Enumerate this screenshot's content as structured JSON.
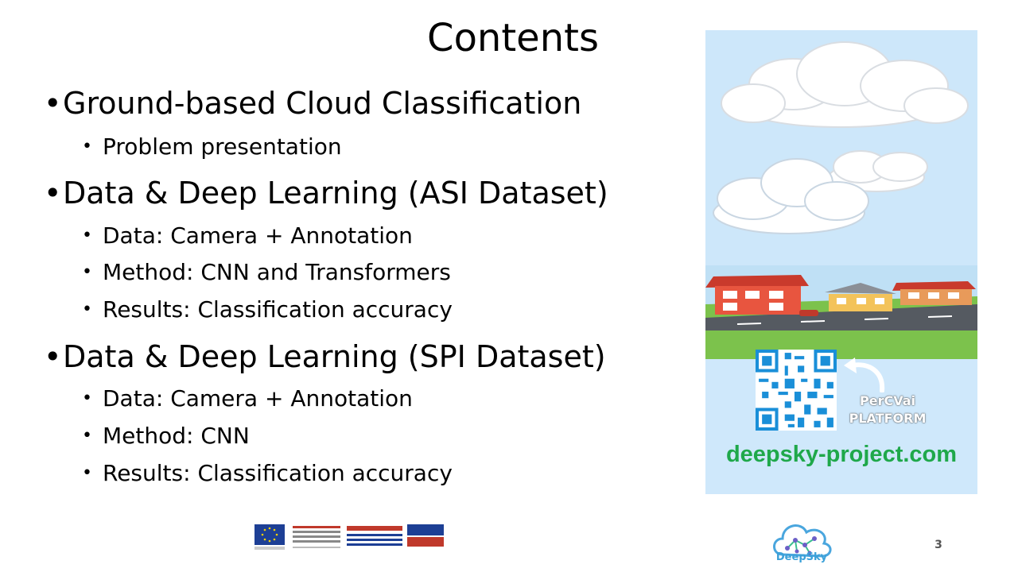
{
  "title": "Contents",
  "sections": [
    {
      "label": "Ground-based Cloud Classification",
      "items": [
        "Problem presentation"
      ]
    },
    {
      "label": "Data & Deep Learning (ASI Dataset)",
      "items": [
        "Data: Camera + Annotation",
        "Method: CNN and Transformers",
        "Results: Classification accuracy"
      ]
    },
    {
      "label": "Data & Deep Learning (SPI Dataset)",
      "items": [
        "Data: Camera + Annotation",
        "Method: CNN",
        "Results: Classification accuracy"
      ]
    }
  ],
  "side_panel": {
    "platform_line1": "PerCVai",
    "platform_line2": "PLATFORM",
    "website": "deepsky-project.com",
    "qr_icon": "qr-code-icon",
    "arrow_icon": "curved-arrow-icon"
  },
  "footer": {
    "eu_logos": "eu-espa-logos",
    "deepsky_label": "DeepSky",
    "page_number": "3"
  },
  "colors": {
    "panel_bg": "#cfe8fb",
    "website_green": "#1fa84a",
    "deepsky_blue": "#3aa0d8"
  }
}
